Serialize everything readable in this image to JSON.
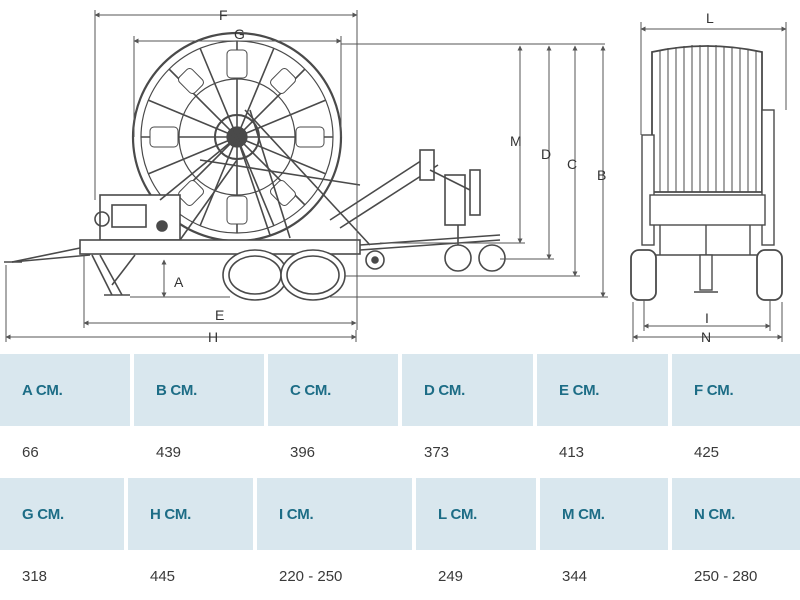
{
  "drawing": {
    "labels": {
      "A": "A",
      "B": "B",
      "C": "C",
      "D": "D",
      "E": "E",
      "F": "F",
      "G": "G",
      "H": "H",
      "I": "I",
      "L": "L",
      "M": "M",
      "N": "N"
    },
    "colors": {
      "line": "#4a4a4a",
      "dim": "#555555"
    }
  },
  "table": {
    "colors": {
      "header_bg": "#d9e7ee",
      "header_text": "#1d6d86",
      "value_text": "#3a3a3a"
    },
    "row1": [
      {
        "header": "A CM.",
        "value": "66"
      },
      {
        "header": "B CM.",
        "value": "439"
      },
      {
        "header": "C CM.",
        "value": "396"
      },
      {
        "header": "D CM.",
        "value": "373"
      },
      {
        "header": "E CM.",
        "value": "413"
      },
      {
        "header": "F CM.",
        "value": "425"
      }
    ],
    "row2": [
      {
        "header": "G CM.",
        "value": "318"
      },
      {
        "header": "H CM.",
        "value": "445"
      },
      {
        "header": "I CM.",
        "value": "220 - 250"
      },
      {
        "header": "L CM.",
        "value": "249"
      },
      {
        "header": "M CM.",
        "value": "344"
      },
      {
        "header": "N CM.",
        "value": "250 - 280"
      }
    ]
  }
}
